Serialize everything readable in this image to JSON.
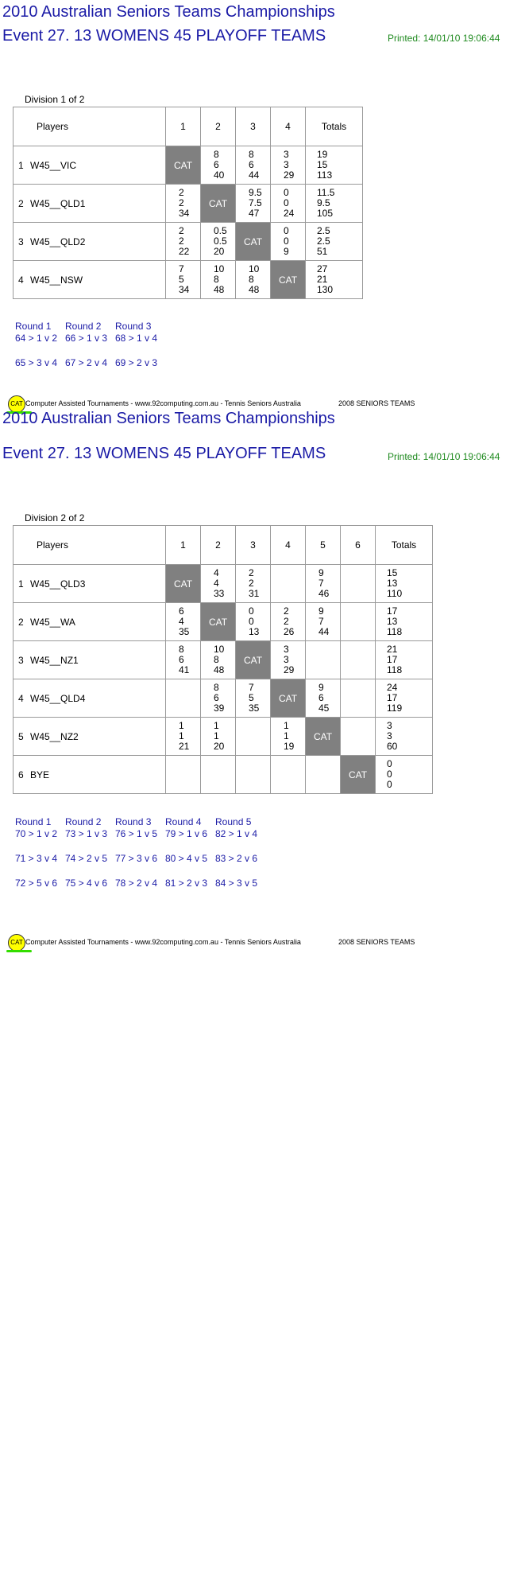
{
  "printed": "Printed: 14/01/10 19:06:44",
  "title": "2010 Australian Seniors Teams Championships",
  "event": "Event 27. 13 WOMENS 45 PLAYOFF TEAMS",
  "footer": {
    "logo_text": "CAT",
    "text": "Computer Assisted Tournaments - www.92computing.com.au -  Tennis Seniors Australia",
    "right": "2008 SENIORS TEAMS"
  },
  "divisions": [
    {
      "label": "Division 1 of 2",
      "players_header": "Players",
      "totals_header": "Totals",
      "cat_label": "CAT",
      "columns": [
        "1",
        "2",
        "3",
        "4"
      ],
      "rows": [
        {
          "num": "1",
          "name": "W45__VIC",
          "cells": [
            [
              "CAT"
            ],
            [
              "8",
              "6",
              "40"
            ],
            [
              "8",
              "6",
              "44"
            ],
            [
              "3",
              "3",
              "29"
            ]
          ],
          "totals": [
            "19",
            "15",
            "113"
          ]
        },
        {
          "num": "2",
          "name": "W45__QLD1",
          "cells": [
            [
              "2",
              "2",
              "34"
            ],
            [
              "CAT"
            ],
            [
              "9.5",
              "7.5",
              "47"
            ],
            [
              "0",
              "0",
              "24"
            ]
          ],
          "totals": [
            "11.5",
            "9.5",
            "105"
          ]
        },
        {
          "num": "3",
          "name": "W45__QLD2",
          "cells": [
            [
              "2",
              "2",
              "22"
            ],
            [
              "0.5",
              "0.5",
              "20"
            ],
            [
              "CAT"
            ],
            [
              "0",
              "0",
              "9"
            ]
          ],
          "totals": [
            "2.5",
            "2.5",
            "51"
          ]
        },
        {
          "num": "4",
          "name": "W45__NSW",
          "cells": [
            [
              "7",
              "5",
              "34"
            ],
            [
              "10",
              "8",
              "48"
            ],
            [
              "10",
              "8",
              "48"
            ],
            [
              "CAT"
            ]
          ],
          "totals": [
            "27",
            "21",
            "130"
          ]
        }
      ],
      "rounds": {
        "headers": [
          "Round 1",
          "Round 2",
          "Round 3"
        ],
        "lines": [
          [
            "64 > 1 v 2",
            "66 > 1 v 3",
            "68 > 1 v 4"
          ],
          [
            "65 > 3 v 4",
            "67 > 2 v 4",
            "69 > 2 v 3"
          ]
        ]
      }
    },
    {
      "label": "Division 2 of 2",
      "players_header": "Players",
      "totals_header": "Totals",
      "cat_label": "CAT",
      "columns": [
        "1",
        "2",
        "3",
        "4",
        "5",
        "6"
      ],
      "rows": [
        {
          "num": "1",
          "name": "W45__QLD3",
          "cells": [
            [
              "CAT"
            ],
            [
              "4",
              "4",
              "33"
            ],
            [
              "2",
              "2",
              "31"
            ],
            [],
            [
              "9",
              "7",
              "46"
            ],
            []
          ],
          "totals": [
            "15",
            "13",
            "110"
          ]
        },
        {
          "num": "2",
          "name": "W45__WA",
          "cells": [
            [
              "6",
              "4",
              "35"
            ],
            [
              "CAT"
            ],
            [
              "0",
              "0",
              "13"
            ],
            [
              "2",
              "2",
              "26"
            ],
            [
              "9",
              "7",
              "44"
            ],
            []
          ],
          "totals": [
            "17",
            "13",
            "118"
          ]
        },
        {
          "num": "3",
          "name": "W45__NZ1",
          "cells": [
            [
              "8",
              "6",
              "41"
            ],
            [
              "10",
              "8",
              "48"
            ],
            [
              "CAT"
            ],
            [
              "3",
              "3",
              "29"
            ],
            [],
            []
          ],
          "totals": [
            "21",
            "17",
            "118"
          ]
        },
        {
          "num": "4",
          "name": "W45__QLD4",
          "cells": [
            [],
            [
              "8",
              "6",
              "39"
            ],
            [
              "7",
              "5",
              "35"
            ],
            [
              "CAT"
            ],
            [
              "9",
              "6",
              "45"
            ],
            []
          ],
          "totals": [
            "24",
            "17",
            "119"
          ]
        },
        {
          "num": "5",
          "name": "W45__NZ2",
          "cells": [
            [
              "1",
              "1",
              "21"
            ],
            [
              "1",
              "1",
              "20"
            ],
            [],
            [
              "1",
              "1",
              "19"
            ],
            [
              "CAT"
            ],
            []
          ],
          "totals": [
            "3",
            "3",
            "60"
          ]
        },
        {
          "num": "6",
          "name": "BYE",
          "cells": [
            [],
            [],
            [],
            [],
            [],
            [
              "CAT"
            ]
          ],
          "totals": [
            "0",
            "0",
            "0"
          ]
        }
      ],
      "rounds": {
        "headers": [
          "Round 1",
          "Round 2",
          "Round 3",
          "Round 4",
          "Round 5"
        ],
        "lines": [
          [
            "70 > 1 v 2",
            "73 > 1 v 3",
            "76 > 1 v 5",
            "79 > 1 v 6",
            "82 > 1 v 4"
          ],
          [
            "71 > 3 v 4",
            "74 > 2 v 5",
            "77 > 3 v 6",
            "80 > 4 v 5",
            "83 > 2 v 6"
          ],
          [
            "72 > 5 v 6",
            "75 > 4 v 6",
            "78 > 2 v 4",
            "81 > 2 v 3",
            "84 > 3 v 5"
          ]
        ]
      }
    }
  ]
}
